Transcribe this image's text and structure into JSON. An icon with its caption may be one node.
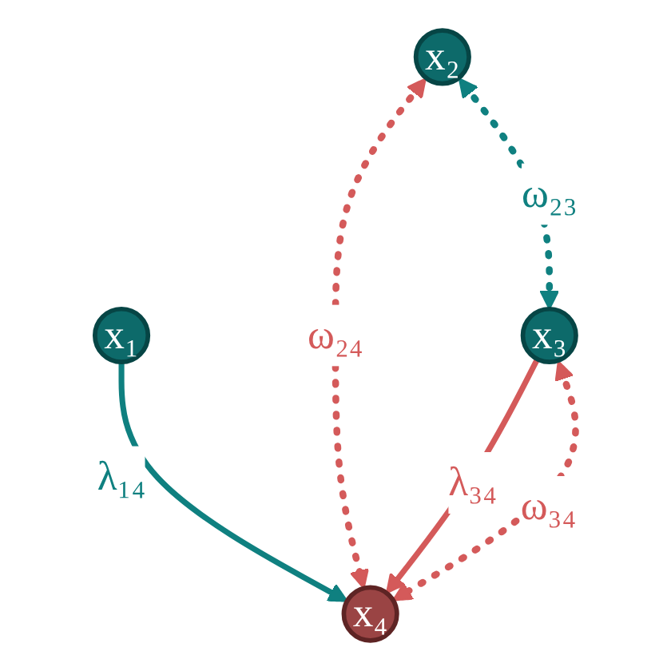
{
  "diagram": {
    "nodes": [
      {
        "text": [
          "x₁"
        ]
      },
      {
        "text": [
          "x₂"
        ]
      },
      {
        "text": [
          "x₃"
        ]
      },
      {
        "text": [
          "x₄"
        ]
      }
    ],
    "edges": [
      {
        "from": 0,
        "to": 3,
        "arrow": "to",
        "label": "λ₁₄",
        "color": "#0f8080"
      },
      {
        "from": 1,
        "to": 2,
        "arrow": "both",
        "label": "ω₂₃",
        "style": "dashed",
        "color": "#0f8080"
      },
      {
        "from": 1,
        "to": 3,
        "arrow": "both",
        "label": "ω₂₄",
        "style": "dashed"
      },
      {
        "from": 2,
        "to": 3,
        "arrow": "to",
        "label": "λ₃₄"
      },
      {
        "from": 2,
        "to": 3,
        "arrow": "both",
        "label": "ω₃₄",
        "style": "dashed"
      }
    ]
  }
}
